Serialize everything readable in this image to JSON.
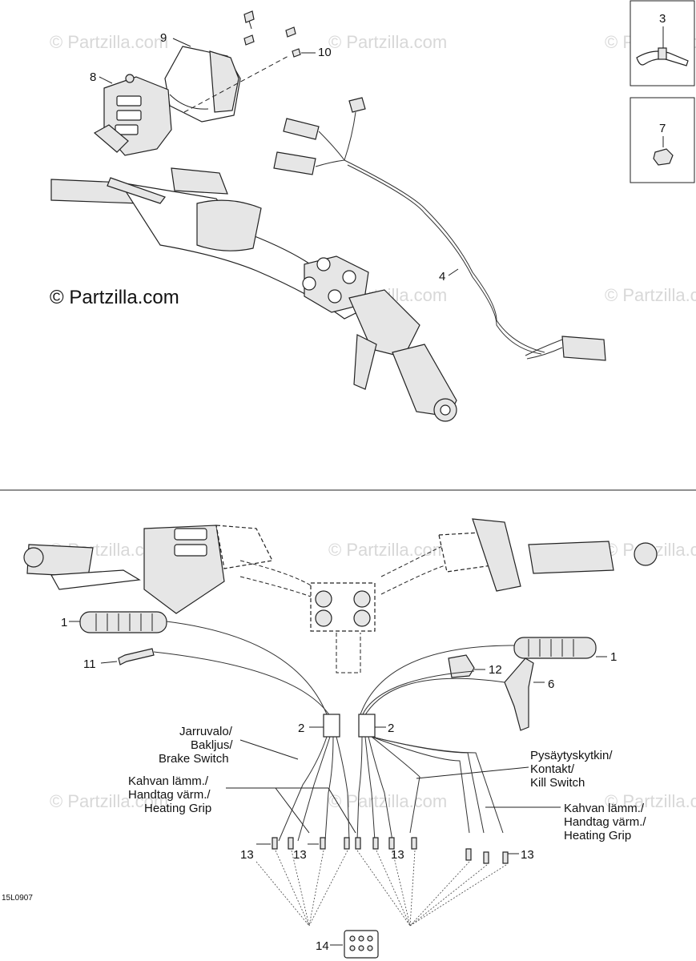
{
  "watermark": "© Partzilla.com",
  "copyright": "© Partzilla.com",
  "drawing_code": "15L0907",
  "callouts": {
    "c1": "1",
    "c2": "2",
    "c3": "3",
    "c4": "4",
    "c6": "6",
    "c7": "7",
    "c8": "8",
    "c9": "9",
    "c10": "10",
    "c11": "11",
    "c12": "12",
    "c13": "13",
    "c14": "14"
  },
  "captions": {
    "brake": [
      "Jarruvalo/",
      "Bakljus/",
      "Brake Switch"
    ],
    "heat_left": [
      "Kahvan lämm./",
      "Handtag värm./",
      "Heating Grip"
    ],
    "kill": [
      "Pysäytyskytkin/",
      "Kontakt/",
      "Kill Switch"
    ],
    "heat_right": [
      "Kahvan lämm./",
      "Handtag värm./",
      "Heating Grip"
    ]
  }
}
